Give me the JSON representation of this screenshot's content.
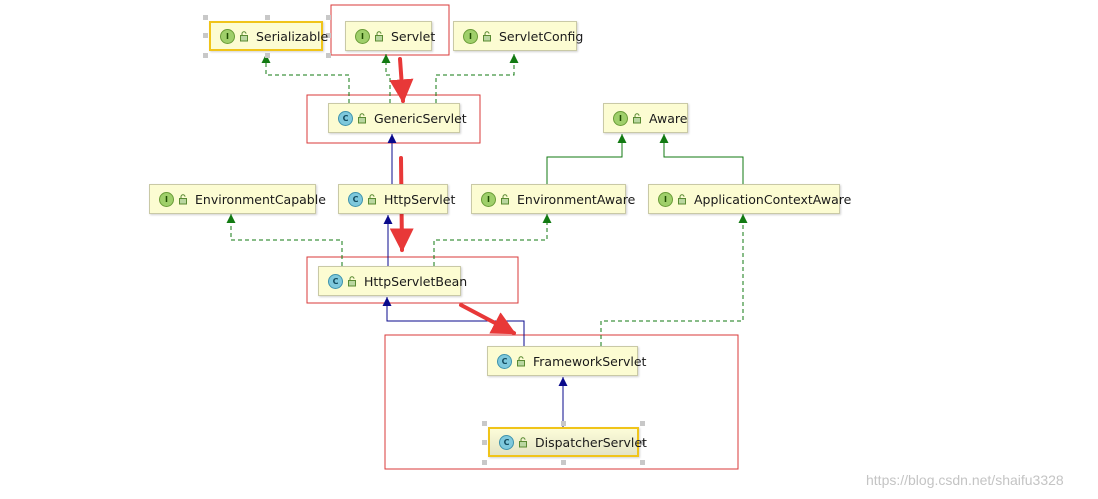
{
  "nodes": [
    {
      "id": "serializable",
      "label": "Serializable",
      "kind": "I"
    },
    {
      "id": "servlet",
      "label": "Servlet",
      "kind": "I"
    },
    {
      "id": "servletconfig",
      "label": "ServletConfig",
      "kind": "I"
    },
    {
      "id": "genericservlet",
      "label": "GenericServlet",
      "kind": "C"
    },
    {
      "id": "aware",
      "label": "Aware",
      "kind": "I"
    },
    {
      "id": "environmentcapable",
      "label": "EnvironmentCapable",
      "kind": "I"
    },
    {
      "id": "httpservlet",
      "label": "HttpServlet",
      "kind": "C"
    },
    {
      "id": "environmentaware",
      "label": "EnvironmentAware",
      "kind": "I"
    },
    {
      "id": "applicationcontextaware",
      "label": "ApplicationContextAware",
      "kind": "I"
    },
    {
      "id": "httpservletbean",
      "label": "HttpServletBean",
      "kind": "C"
    },
    {
      "id": "frameworkservlet",
      "label": "FrameworkServlet",
      "kind": "C"
    },
    {
      "id": "dispatcherservlet",
      "label": "DispatcherServlet",
      "kind": "C"
    }
  ],
  "edges": [
    {
      "from": "genericservlet",
      "to": "serializable",
      "type": "implements"
    },
    {
      "from": "genericservlet",
      "to": "servlet",
      "type": "implements"
    },
    {
      "from": "genericservlet",
      "to": "servletconfig",
      "type": "implements"
    },
    {
      "from": "httpservlet",
      "to": "genericservlet",
      "type": "extends"
    },
    {
      "from": "httpservletbean",
      "to": "httpservlet",
      "type": "extends"
    },
    {
      "from": "httpservletbean",
      "to": "environmentcapable",
      "type": "implements"
    },
    {
      "from": "httpservletbean",
      "to": "environmentaware",
      "type": "implements"
    },
    {
      "from": "environmentaware",
      "to": "aware",
      "type": "extends"
    },
    {
      "from": "applicationcontextaware",
      "to": "aware",
      "type": "extends"
    },
    {
      "from": "frameworkservlet",
      "to": "httpservletbean",
      "type": "extends"
    },
    {
      "from": "frameworkservlet",
      "to": "applicationcontextaware",
      "type": "implements"
    },
    {
      "from": "dispatcherservlet",
      "to": "frameworkservlet",
      "type": "extends"
    }
  ],
  "colors": {
    "extends": "#0a0a8c",
    "implements": "#127a12",
    "highlight": "#d93a3a",
    "annotation_arrow": "#e83838"
  },
  "watermark": "https://blog.csdn.net/shaifu3328"
}
